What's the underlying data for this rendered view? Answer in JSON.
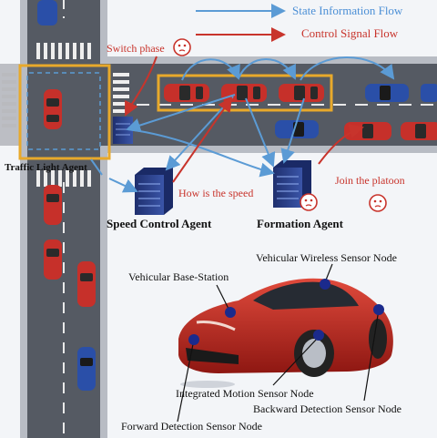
{
  "legend": {
    "state_flow": "State Information Flow",
    "control_flow": "Control Signal Flow"
  },
  "notes": {
    "switch_phase": "Switch phase",
    "how_is_speed": "How is the speed",
    "join_platoon": "Join the platoon"
  },
  "agents": {
    "traffic_light": "Traffic Light Agent",
    "speed_control": "Speed Control Agent",
    "formation": "Formation Agent"
  },
  "nodes": {
    "wireless": "Vehicular Wireless Sensor Node",
    "base_station": "Vehicular Base-Station",
    "motion": "Integrated Motion Sensor Node",
    "backward": "Backward Detection Sensor Node",
    "forward": "Forward Detection Sensor Node"
  },
  "colors": {
    "state_flow": "#5b9bd5",
    "control_flow": "#c8342c",
    "highlight": "#e8a92b",
    "car_red": "#c6302a",
    "car_blue": "#2a4fa8",
    "road": "#555a63",
    "server": "#2b3f86",
    "node_dot": "#1b2a8c"
  }
}
